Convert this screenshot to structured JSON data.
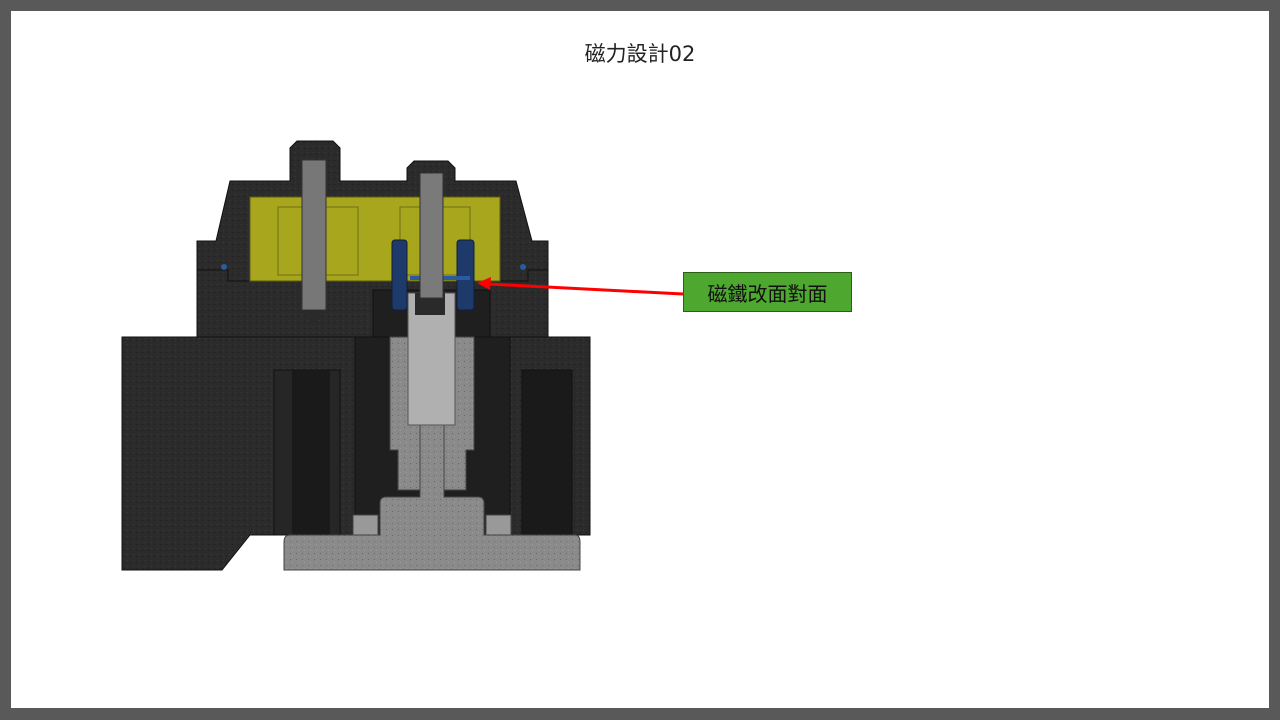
{
  "slide": {
    "title": "磁力設計02",
    "callout": {
      "text": "磁鐵改面對面",
      "color": "#4ea72e",
      "arrow_color": "#ff0000"
    },
    "image": {
      "description_icon": "cad-cross-section"
    }
  }
}
